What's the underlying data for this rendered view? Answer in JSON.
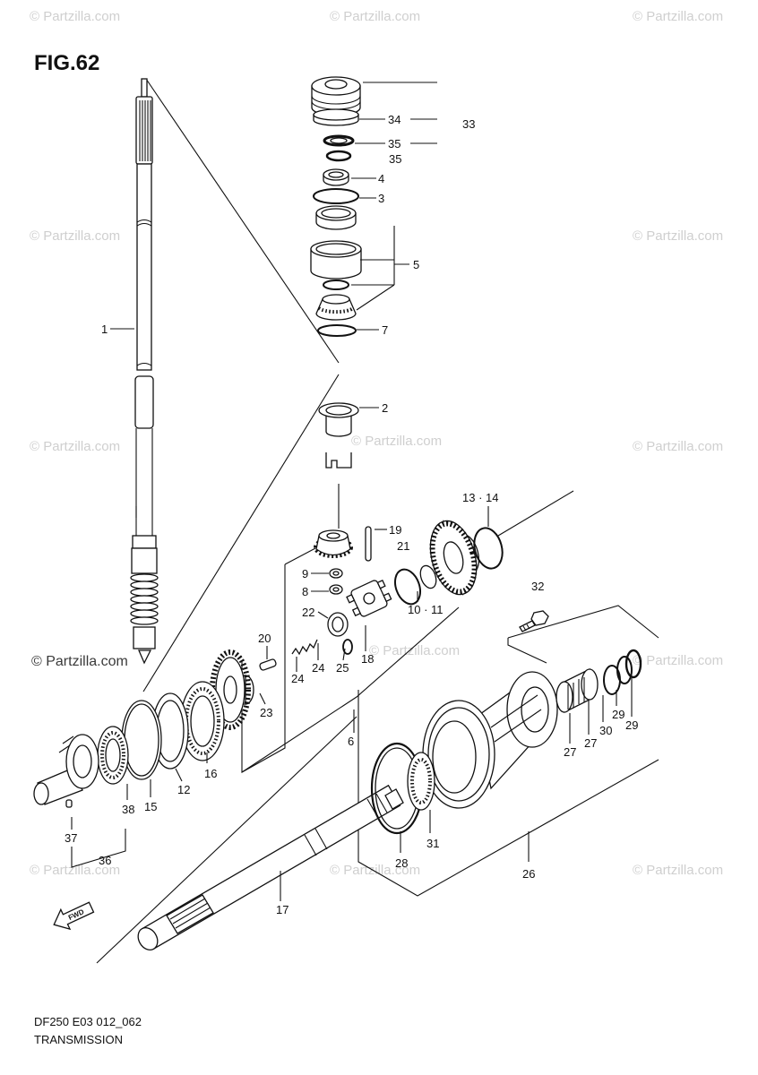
{
  "figure": {
    "title": "FIG.62",
    "code": "DF250 E03 012_062",
    "name": "TRANSMISSION",
    "fwd": "FWD"
  },
  "watermark": "© Partzilla.com",
  "callouts": {
    "c1": "1",
    "c34": "34",
    "c33": "33",
    "c35a": "35",
    "c35b": "35",
    "c4": "4",
    "c3": "3",
    "c5": "5",
    "c7": "7",
    "c2": "2",
    "c13_14": "13 · 14",
    "c19": "19",
    "c21": "21",
    "c9": "9",
    "c8": "8",
    "c22": "22",
    "c10_11": "10 · 11",
    "c32": "32",
    "c20": "20",
    "c18": "18",
    "c24a": "24",
    "c25": "25",
    "c24b": "24",
    "c23": "23",
    "c29a": "29",
    "c29b": "29",
    "c27a": "27",
    "c27b": "27",
    "c30": "30",
    "c6": "6",
    "c16": "16",
    "c15": "15",
    "c12": "12",
    "c38": "38",
    "c37": "37",
    "c36": "36",
    "c28": "28",
    "c31": "31",
    "c26": "26",
    "c17": "17"
  }
}
